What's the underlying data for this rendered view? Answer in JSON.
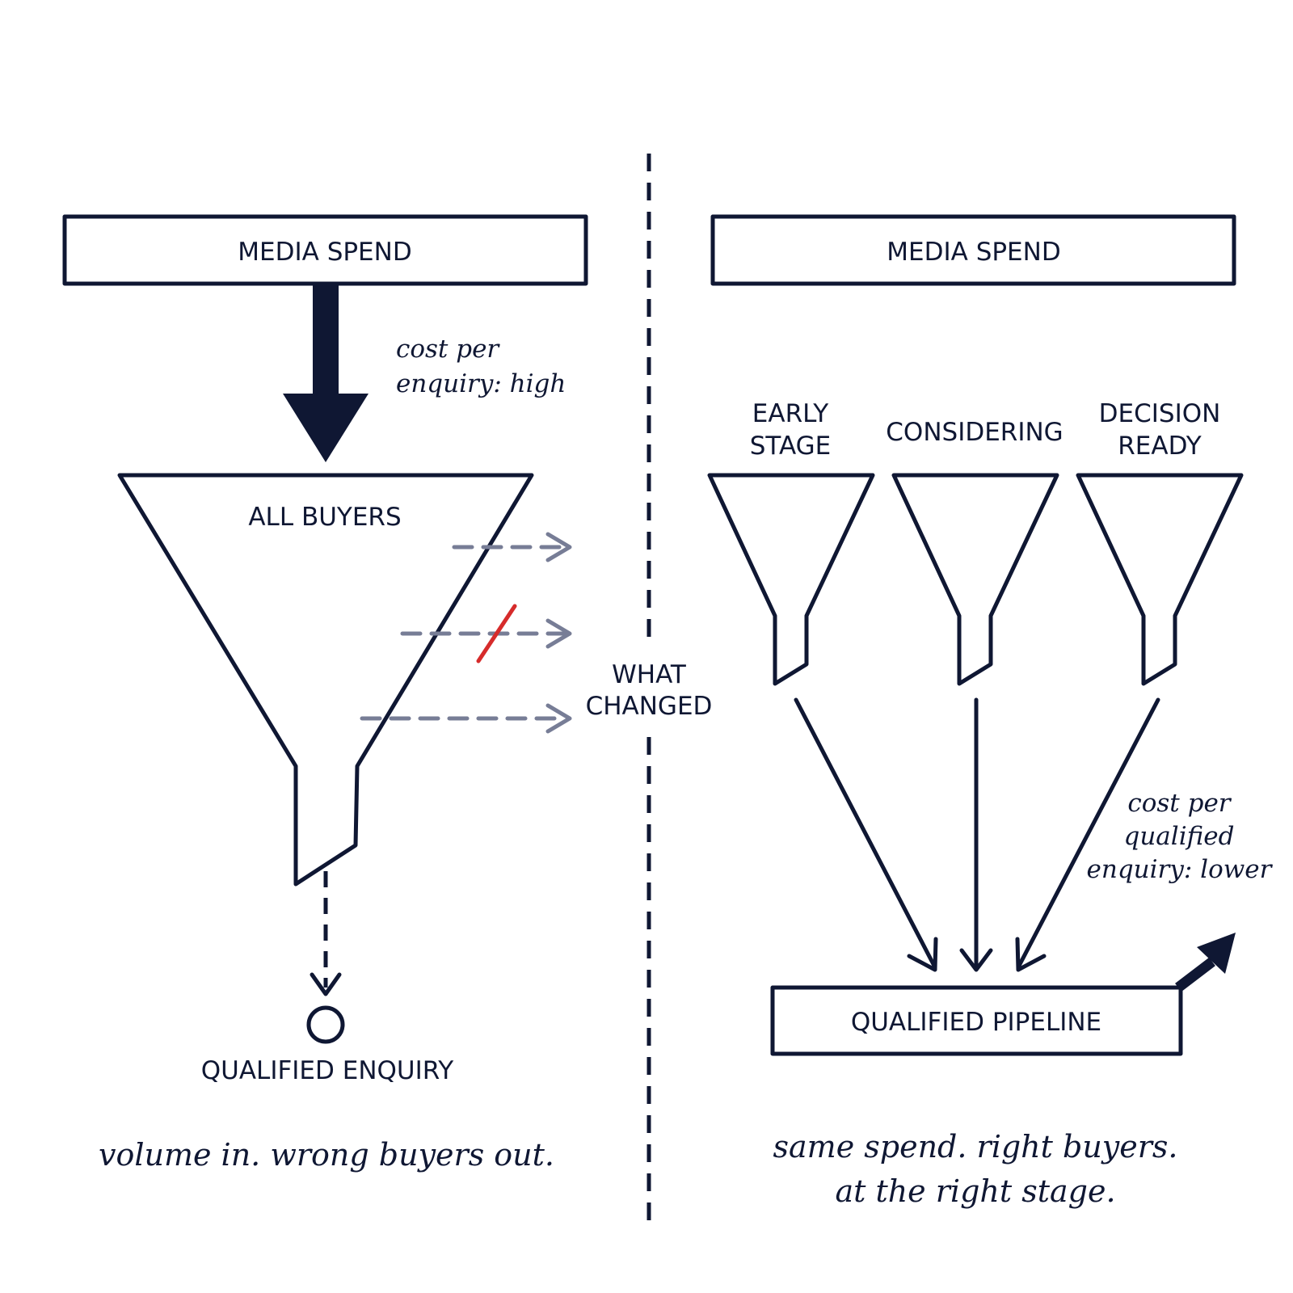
{
  "left": {
    "media_spend": "MEDIA SPEND",
    "cost_note": [
      "cost per",
      "enquiry: high"
    ],
    "funnel_label": "ALL BUYERS",
    "output_label": "QUALIFIED ENQUIRY",
    "caption": "volume in. wrong buyers out."
  },
  "divider": {
    "label": [
      "WHAT",
      "CHANGED"
    ]
  },
  "right": {
    "media_spend": "MEDIA SPEND",
    "stages": [
      {
        "label": [
          "EARLY",
          "STAGE"
        ]
      },
      {
        "label": [
          "CONSIDERING"
        ]
      },
      {
        "label": [
          "DECISION",
          "READY"
        ]
      }
    ],
    "cost_note": [
      "cost per",
      "qualified",
      "enquiry: lower"
    ],
    "pipeline_label": "QUALIFIED PIPELINE",
    "caption": [
      "same spend. right buyers.",
      "at the right stage."
    ]
  },
  "colors": {
    "ink": "#0f1733",
    "leak": "#777d96",
    "blocked": "#d62b2b"
  }
}
